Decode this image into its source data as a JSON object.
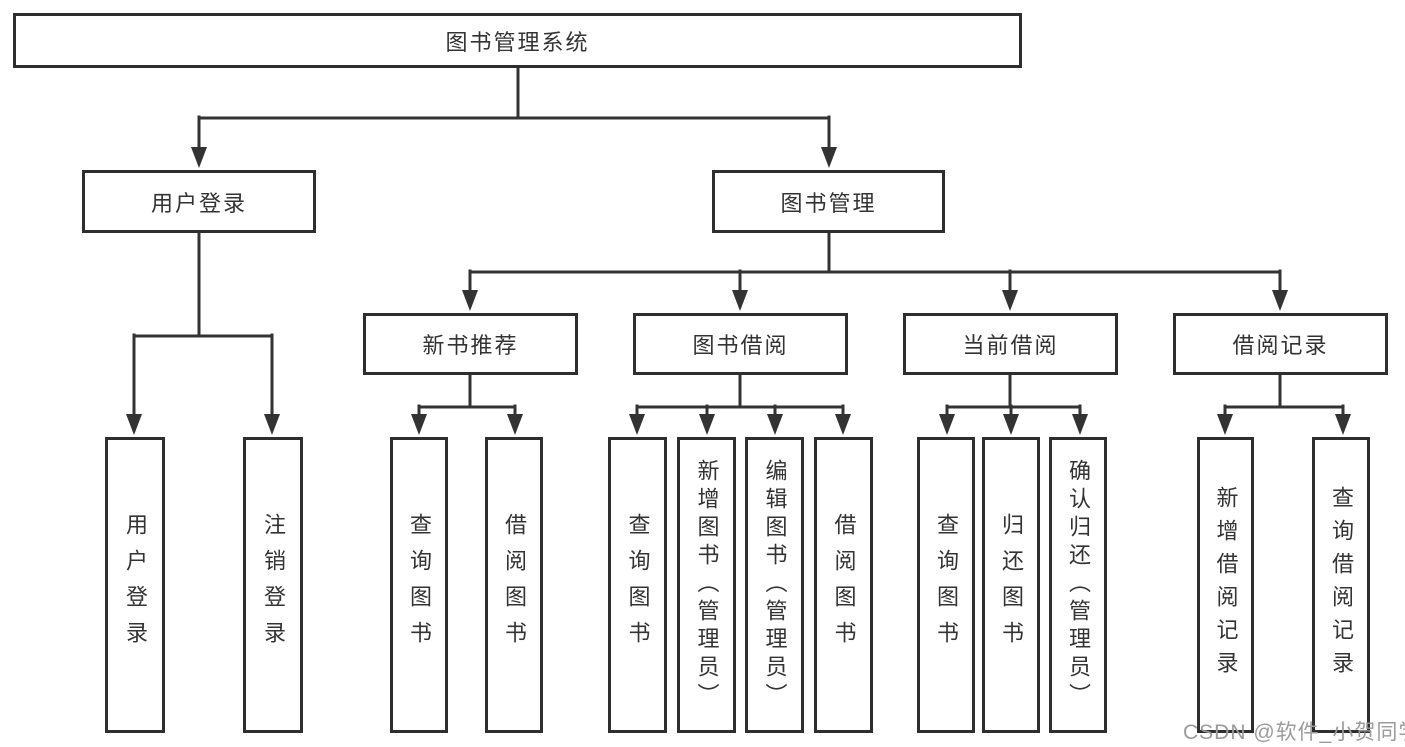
{
  "diagram": {
    "root": "图书管理系统",
    "level2": [
      "用户登录",
      "图书管理"
    ],
    "level3": [
      "新书推荐",
      "图书借阅",
      "当前借阅",
      "借阅记录"
    ],
    "groups": {
      "user_login_children": [
        "用户登录",
        "注销登录"
      ],
      "new_book_children": [
        "查询图书",
        "借阅图书"
      ],
      "book_borrow_children": [
        "查询图书",
        "新增图书（管理员）",
        "编辑图书（管理员）",
        "借阅图书"
      ],
      "current_borrow_children": [
        "查询图书",
        "归还图书",
        "确认归还（管理员）"
      ],
      "borrow_record_children": [
        "新增借阅记录",
        "查询借阅记录"
      ]
    }
  },
  "watermark": "CSDN @软件_小贺同学",
  "colors": {
    "line": "#333333",
    "border": "#2e2e2e",
    "text": "#333333",
    "watermark": "#9b9b9b",
    "background": "#ffffff"
  }
}
